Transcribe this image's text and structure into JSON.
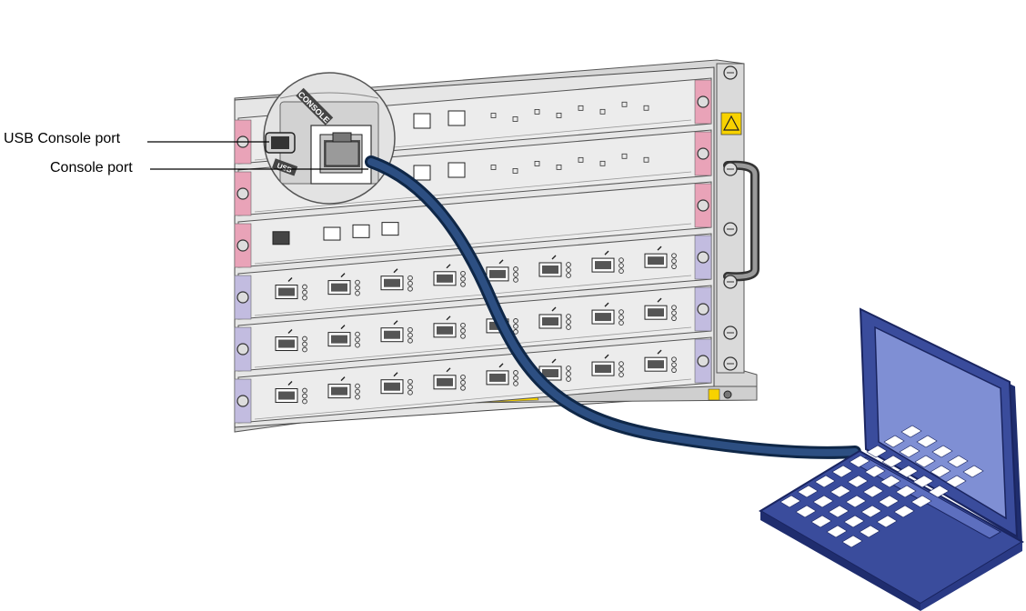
{
  "callouts": {
    "usb_console_port": "USB Console port",
    "console_port": "Console port"
  },
  "magnifier_labels": {
    "console": "CONSOLE",
    "usb": "USB"
  },
  "icons": [
    "warning-icon",
    "laptop-icon",
    "chassis-handle-icon"
  ],
  "colors": {
    "cable": "#1e3a63",
    "laptop_body": "#3a4c9c",
    "laptop_screen": "#7f8fd4",
    "chassis": "#e6e6e6",
    "rail_pink": "#e9a3b8",
    "rail_lavender": "#c2bce0",
    "warning": "#f7d200"
  }
}
